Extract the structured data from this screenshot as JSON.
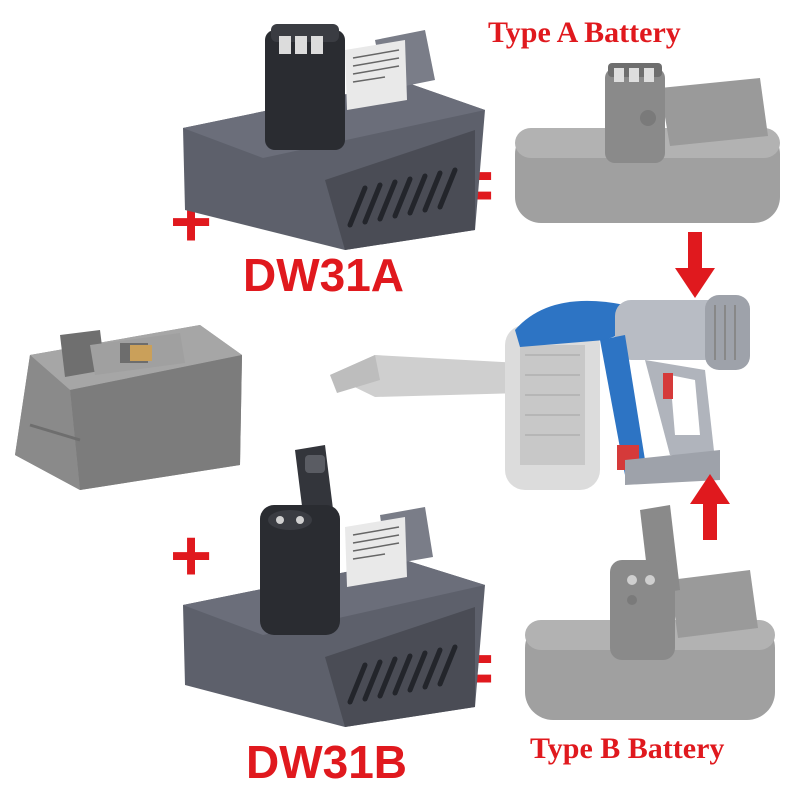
{
  "labels": {
    "type_a": "Type A Battery",
    "type_b": "Type B Battery",
    "adapter_a": "DW31A",
    "adapter_b": "DW31B"
  },
  "operators": {
    "plus": "+",
    "equals": "="
  },
  "colors": {
    "accent_red": "#e0191e",
    "adapter_grey": "#5c5f6a",
    "battery_grey": "#9a9a9a",
    "vacuum_blue": "#2d74c4"
  },
  "icons": [
    "arrow-down-icon",
    "arrow-up-icon"
  ]
}
